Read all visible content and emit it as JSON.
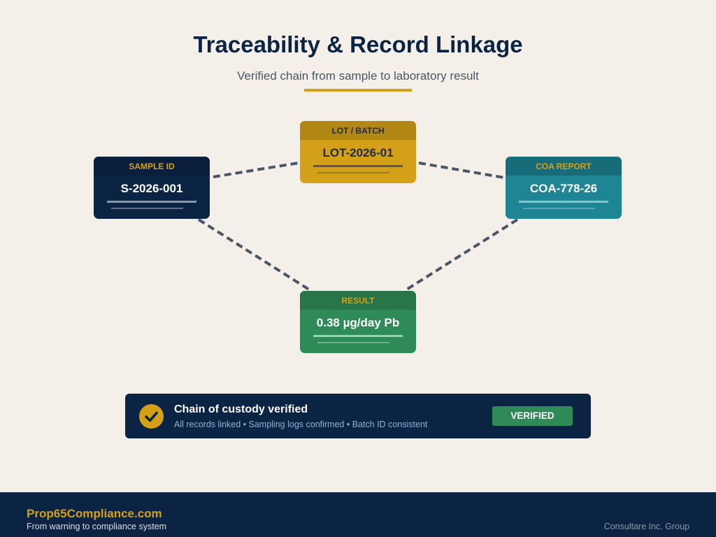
{
  "header": {
    "title": "Traceability & Record Linkage",
    "subtitle": "Verified chain from sample to laboratory result"
  },
  "nodes": {
    "sample": {
      "label": "SAMPLE ID",
      "value": "S-2026-001"
    },
    "lot": {
      "label": "LOT / BATCH",
      "value": "LOT-2026-01"
    },
    "coa": {
      "label": "COA REPORT",
      "value": "COA-778-26"
    },
    "result": {
      "label": "RESULT",
      "value": "0.38 µg/day Pb"
    }
  },
  "banner": {
    "title": "Chain of custody verified",
    "details": "All records linked • Sampling logs confirmed • Batch ID consistent",
    "badge": "VERIFIED"
  },
  "footer": {
    "brand": "Prop65Compliance.com",
    "tagline": "From warning to compliance system",
    "group": "Consultare Inc. Group"
  },
  "colors": {
    "navy": "#0c2444",
    "gold": "#d4a017",
    "teal": "#1e8594",
    "green": "#2e8b57"
  }
}
